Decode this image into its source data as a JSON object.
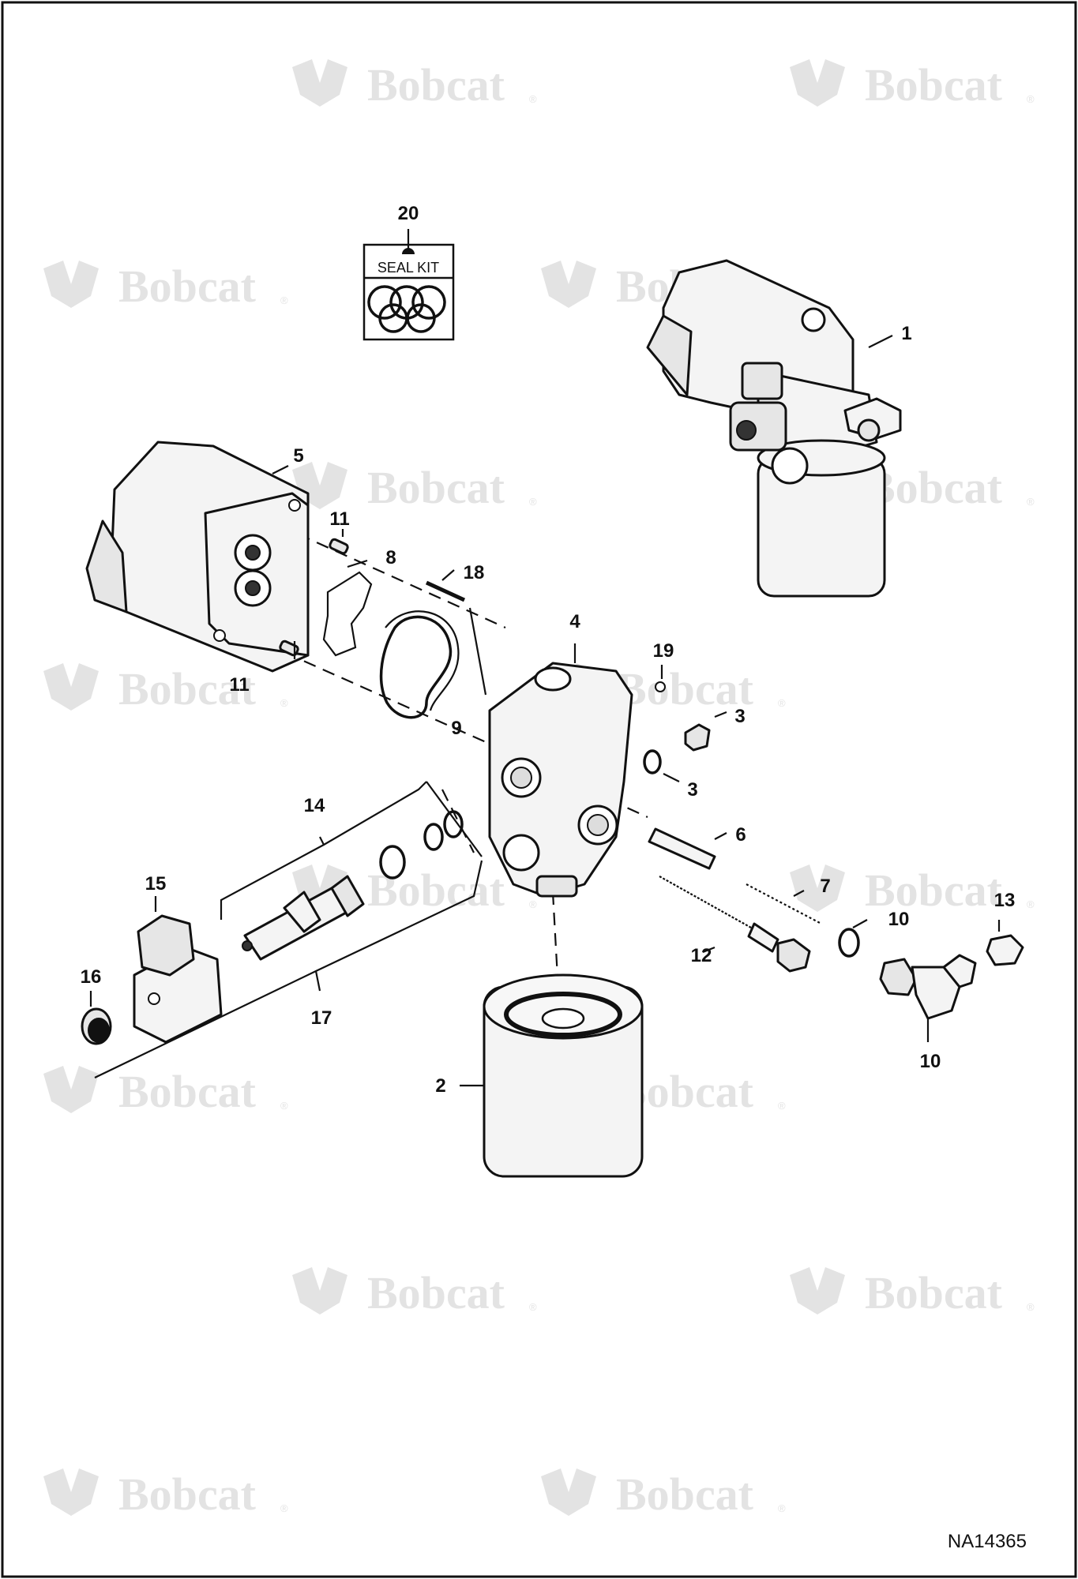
{
  "watermark": {
    "text": "Bobcat",
    "mark": "®"
  },
  "seal_kit": {
    "label": "SEAL KIT"
  },
  "drawing_code": "NA14365",
  "callouts": {
    "c1": "1",
    "c2": "2",
    "c3a": "3",
    "c3b": "3",
    "c4": "4",
    "c5": "5",
    "c6": "6",
    "c7": "7",
    "c8": "8",
    "c9": "9",
    "c10a": "10",
    "c10b": "10",
    "c11a": "11",
    "c11b": "11",
    "c12": "12",
    "c13": "13",
    "c14": "14",
    "c15": "15",
    "c16": "16",
    "c17": "17",
    "c18": "18",
    "c19": "19",
    "c20": "20"
  },
  "colors": {
    "line": "#111111",
    "watermark": "#e3e3e3",
    "part_fill": "#f4f4f4"
  }
}
